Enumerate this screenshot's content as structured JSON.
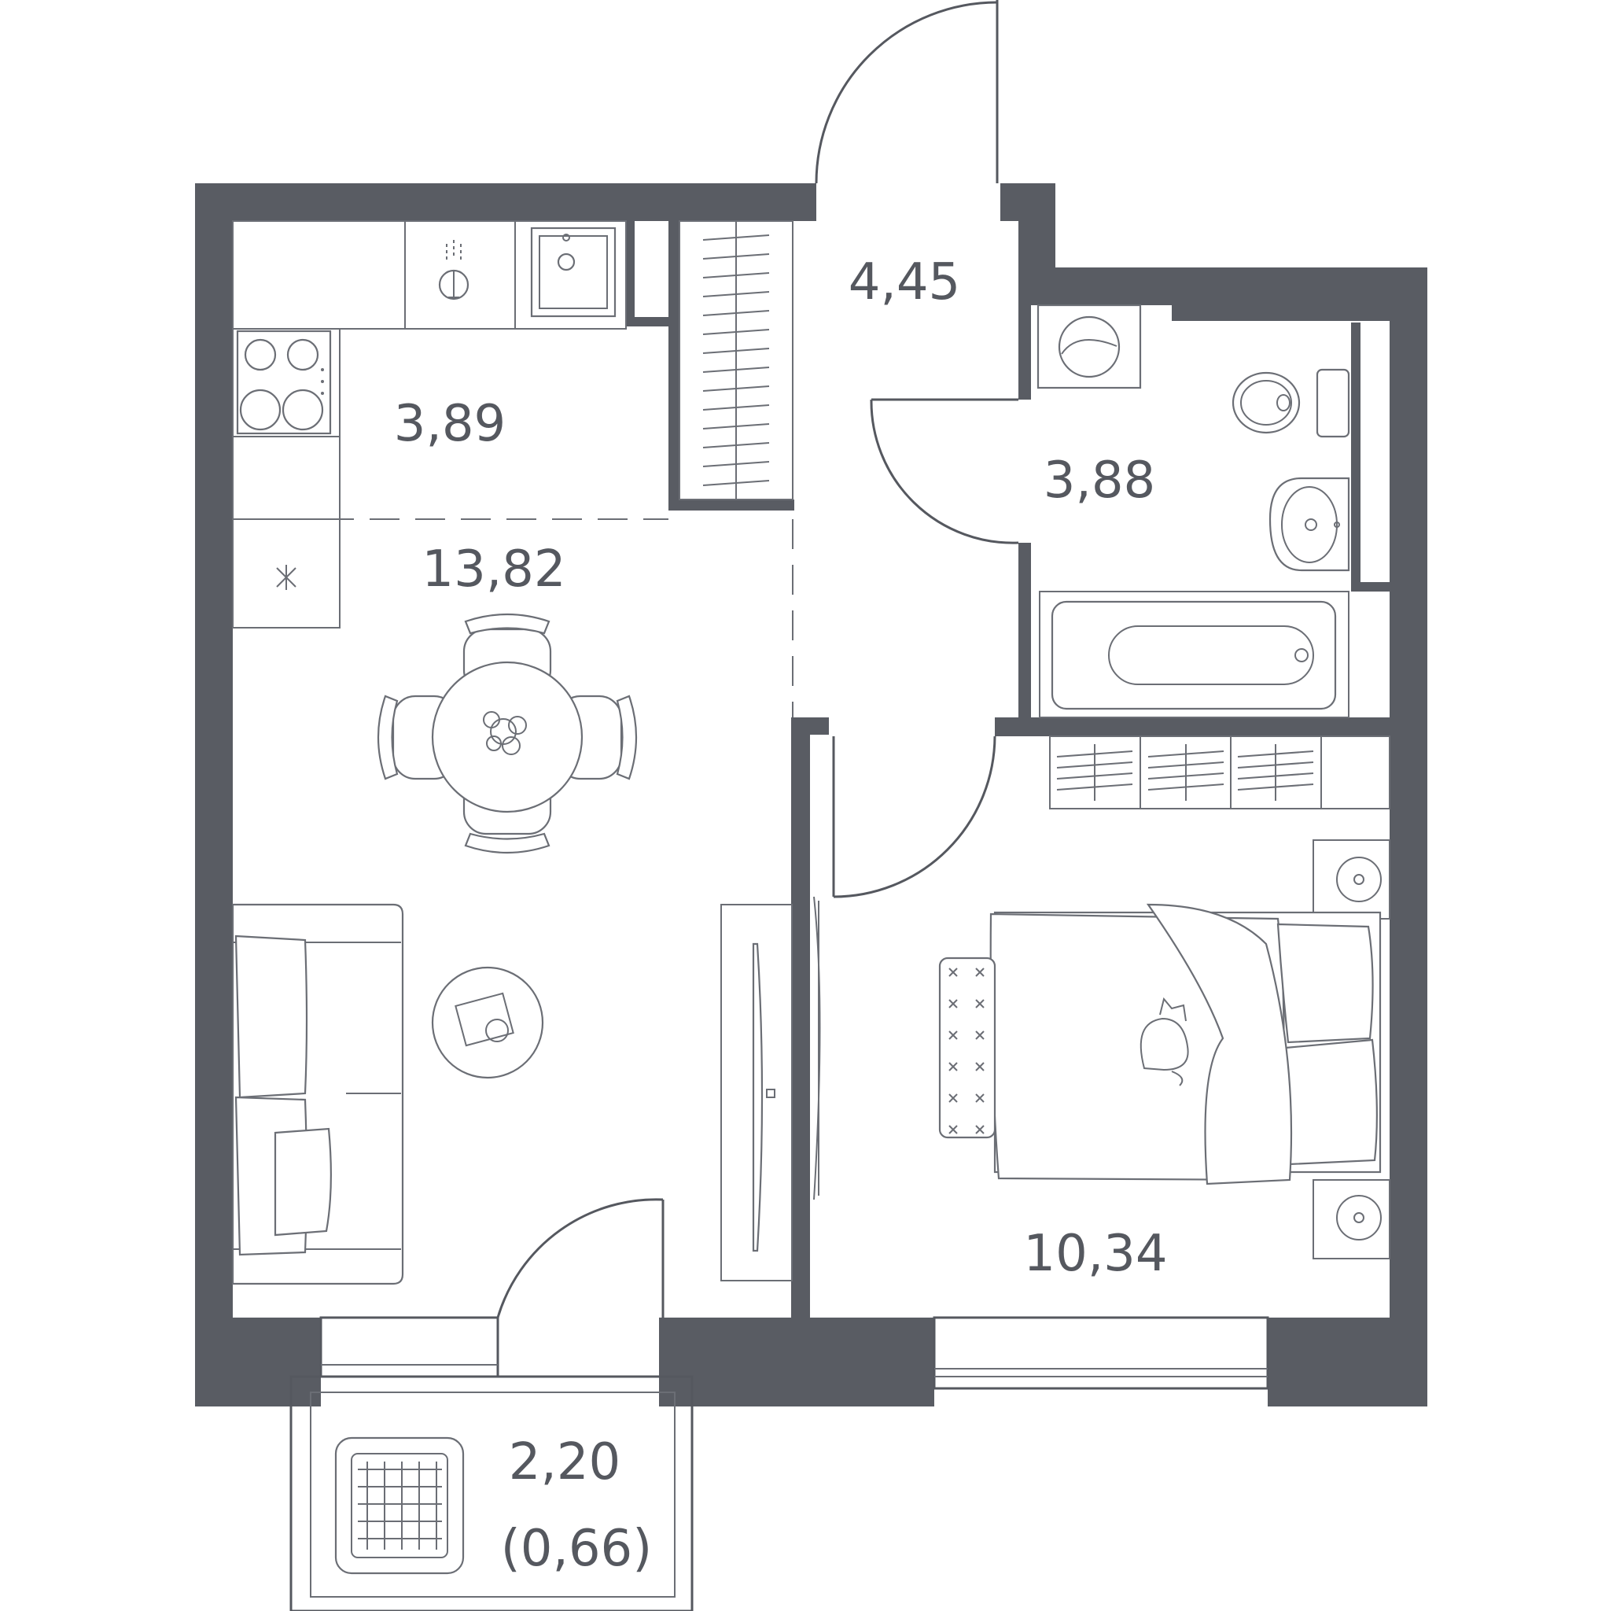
{
  "colors": {
    "wall": "#595c63",
    "line": "#55585f",
    "background": "#ffffff"
  },
  "rooms": [
    {
      "id": "kitchen",
      "area": "3,89"
    },
    {
      "id": "living",
      "area": "13,82"
    },
    {
      "id": "hall",
      "area": "4,45"
    },
    {
      "id": "bathroom",
      "area": "3,88"
    },
    {
      "id": "bedroom",
      "area": "10,34"
    },
    {
      "id": "balcony",
      "area": "2,20",
      "reduced_area": "(0,66)"
    }
  ],
  "icons": [
    "stove-icon",
    "sink-icon",
    "washing-machine-icon",
    "toilet-icon",
    "washbasin-icon",
    "bathtub-icon",
    "dining-table-icon",
    "sofa-icon",
    "coffee-table-icon",
    "tv-icon",
    "bed-icon",
    "cat-icon",
    "wardrobe-icon",
    "nightstand-icon",
    "laundry-basket-icon",
    "plant-icon"
  ]
}
